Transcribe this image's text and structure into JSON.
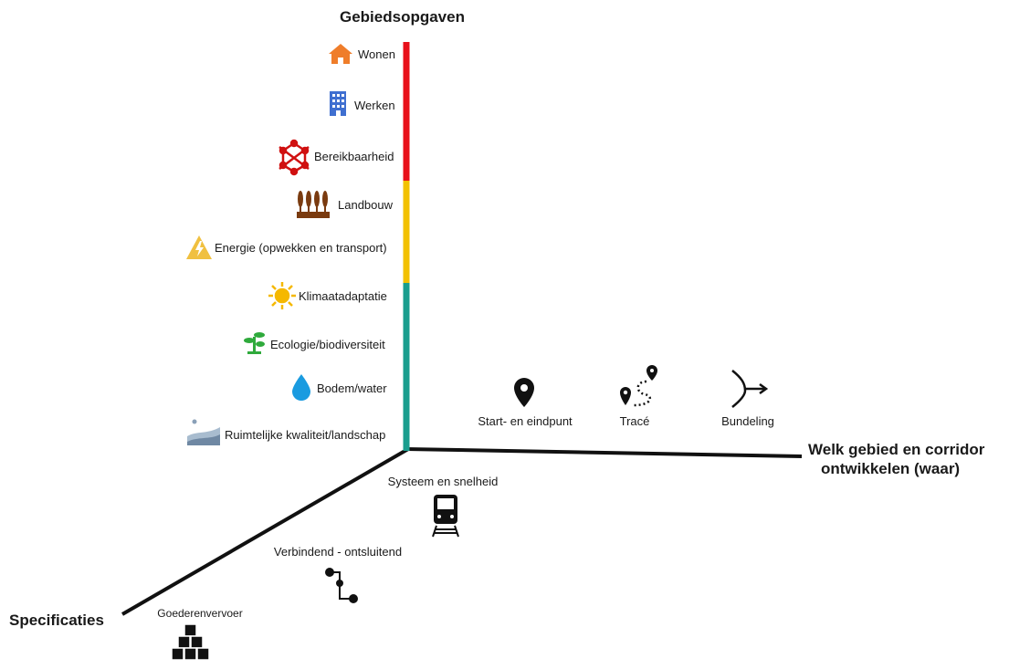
{
  "axes": {
    "vertical_title": "Gebiedsopgaven",
    "horizontal_title_line1": "Welk gebied en corridor",
    "horizontal_title_line2": "ontwikkelen (waar)",
    "diagonal_title": "Specificaties"
  },
  "colors": {
    "axis": "#111111",
    "segment_top": "#e8101a",
    "segment_middle": "#f2c100",
    "segment_bottom": "#1a9e8e",
    "wonen_icon": "#ef7d2a",
    "werken_icon": "#3f6fd0",
    "bereikbaarheid_icon": "#d01010",
    "landbouw_icon": "#7a3b10",
    "energie_icon": "#f0c040",
    "klimaat_icon": "#f5b800",
    "ecologie_icon": "#2faa3c",
    "water_icon": "#1a9be0",
    "landschap_icon": "#8aa0b8"
  },
  "gebiedsopgaven": [
    {
      "label": "Wonen",
      "icon": "house-icon"
    },
    {
      "label": "Werken",
      "icon": "office-building-icon"
    },
    {
      "label": "Bereikbaarheid",
      "icon": "network-icon"
    },
    {
      "label": "Landbouw",
      "icon": "wheat-icon"
    },
    {
      "label": "Energie (opwekken en transport)",
      "icon": "high-voltage-icon"
    },
    {
      "label": "Klimaatadaptatie",
      "icon": "sun-icon"
    },
    {
      "label": "Ecologie/biodiversiteit",
      "icon": "sprout-icon"
    },
    {
      "label": "Bodem/water",
      "icon": "water-drop-icon"
    },
    {
      "label": "Ruimtelijke kwaliteit/landschap",
      "icon": "landscape-icon"
    }
  ],
  "waar_items": [
    {
      "label": "Start- en eindpunt",
      "icon": "map-pin-icon"
    },
    {
      "label": "Tracé",
      "icon": "route-icon"
    },
    {
      "label": "Bundeling",
      "icon": "merge-arrow-icon"
    }
  ],
  "specificaties": [
    {
      "label": "Systeem en snelheid",
      "icon": "train-icon"
    },
    {
      "label": "Verbindend - ontsluitend",
      "icon": "connection-icon"
    },
    {
      "label": "Goederenvervoer",
      "icon": "boxes-icon"
    }
  ]
}
